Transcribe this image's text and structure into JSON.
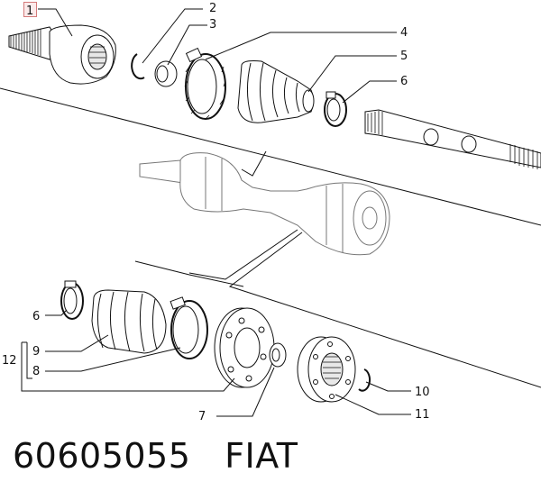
{
  "callouts": {
    "c1": "1",
    "c2": "2",
    "c3": "3",
    "c4": "4",
    "c5": "5",
    "c6_top": "6",
    "c6_left": "6",
    "c7": "7",
    "c8": "8",
    "c9": "9",
    "c10": "10",
    "c11": "11",
    "c12": "12"
  },
  "caption": {
    "part_number": "60605055",
    "brand": "FIAT"
  },
  "highlight_color": "#d47a7a"
}
